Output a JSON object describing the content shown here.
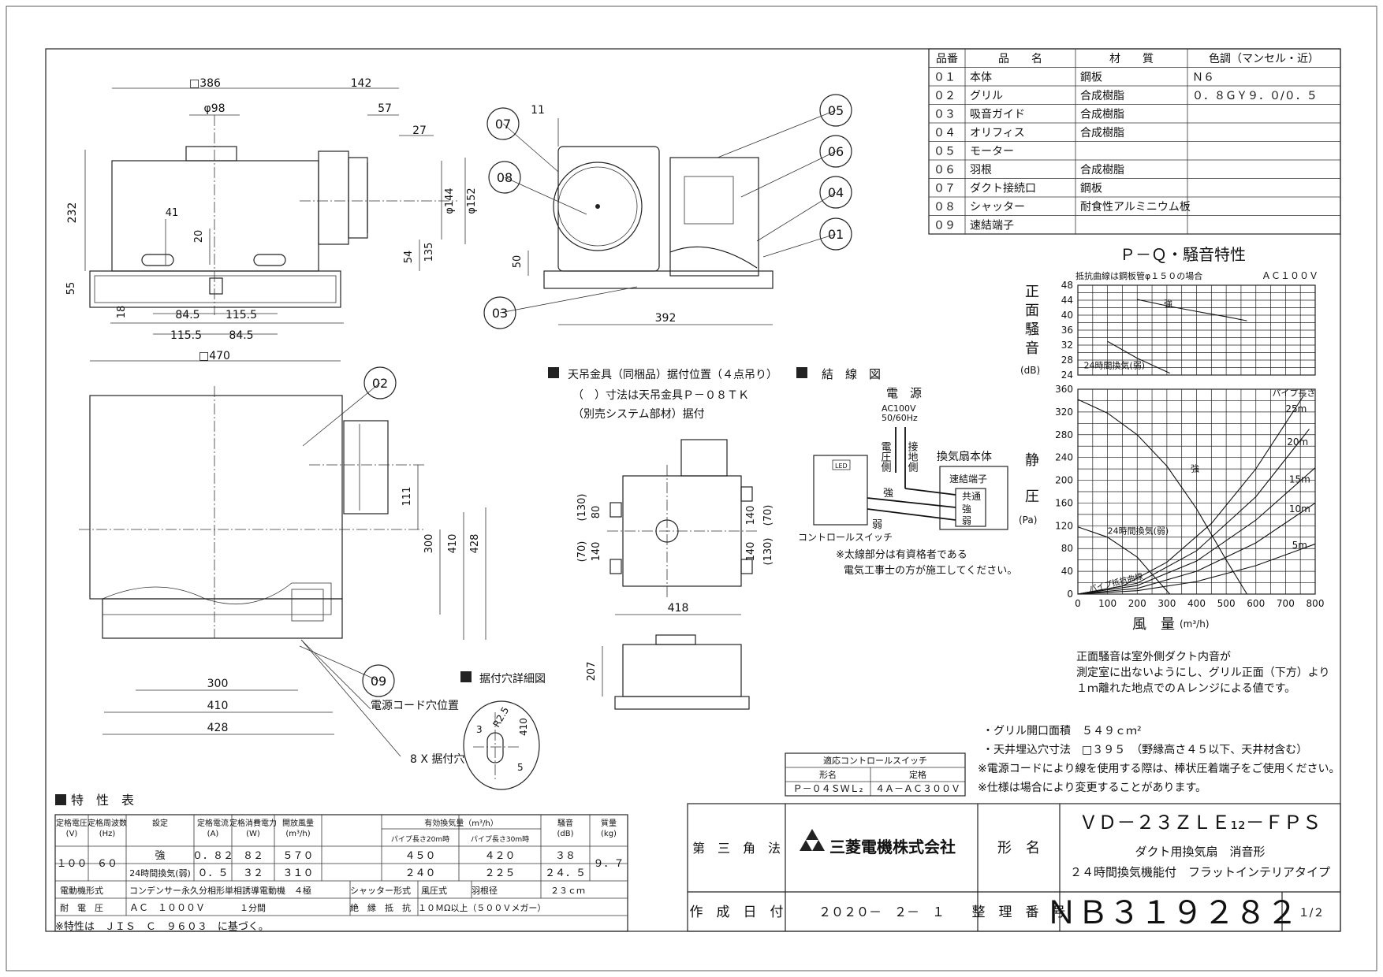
{
  "drawing": {
    "dims_front": [
      "□386",
      "142",
      "φ98",
      "57",
      "27",
      "232",
      "41",
      "20",
      "φ144",
      "φ152",
      "54",
      "135",
      "55",
      "18",
      "84.5",
      "115.5",
      "115.5",
      "84.5",
      "□470"
    ],
    "dims_side": [
      "11",
      "50",
      "392"
    ],
    "dims_bottom": [
      "111",
      "300",
      "410",
      "428",
      "300",
      "410",
      "428"
    ],
    "dims_hanger": [
      "(70)",
      "(130)",
      "140",
      "80",
      "140",
      "(70)",
      "140",
      "(130)",
      "418",
      "207"
    ],
    "dims_hole_detail": [
      "R2.5",
      "3",
      "410",
      "5"
    ],
    "part_bubbles": [
      "07",
      "08",
      "05",
      "06",
      "04",
      "01",
      "03",
      "02",
      "09"
    ],
    "label_power_hole": "電源コード穴位置",
    "label_mount_holes": "8 X 据付穴",
    "hole_detail_title": "据付穴詳細図",
    "hanger_note": [
      "天吊金具（同梱品）据付位置（４点吊り）",
      "（　）寸法は天吊金具Ｐ－０８ＴＫ",
      "（別売システム部材）据付"
    ],
    "wiring": {
      "title": "結　線　図",
      "power_label": "電　源",
      "power_spec": [
        "AC100V",
        "50/60Hz"
      ],
      "voltage_side": "電圧側",
      "ground_side": "接地側",
      "unit": "換気扇本体",
      "terminal": "速結端子",
      "terminals": [
        "共通",
        "強",
        "弱"
      ],
      "strong": "強",
      "weak": "弱",
      "switch_label": "コントロールスイッチ",
      "led": "LED",
      "note": [
        "※太線部分は有資格者である",
        "電気工事士の方が施工してください。"
      ]
    }
  },
  "parts_table": {
    "headers": [
      "品番",
      "品　　名",
      "材　　質",
      "色調（マンセル・近）"
    ],
    "rows": [
      [
        "０１",
        "本体",
        "鋼板",
        "Ｎ６"
      ],
      [
        "０２",
        "グリル",
        "合成樹脂",
        "０．８ＧＹ９．０/０．５"
      ],
      [
        "０３",
        "吸音ガイド",
        "合成樹脂",
        ""
      ],
      [
        "０４",
        "オリフィス",
        "合成樹脂",
        ""
      ],
      [
        "０５",
        "モーター",
        "",
        ""
      ],
      [
        "０６",
        "羽根",
        "合成樹脂",
        ""
      ],
      [
        "０７",
        "ダクト接続口",
        "鋼板",
        ""
      ],
      [
        "０８",
        "シャッター",
        "耐食性アルミニウム板",
        ""
      ],
      [
        "０９",
        "速結端子",
        "",
        ""
      ]
    ]
  },
  "chart": {
    "title": "Ｐ－Ｑ・騒音特性",
    "note": "抵抗曲線は鋼板管φ１５０の場合",
    "ac": "ＡＣ１００Ｖ",
    "noise_label": [
      "正",
      "面",
      "騒",
      "音"
    ],
    "noise_unit": "(dB)",
    "pressure_label": [
      "静",
      "圧"
    ],
    "pressure_unit": "(Pa)",
    "xlabel": "風　量",
    "xunit": "(m³/h)",
    "curve_strong": "強",
    "curve_24h": "24時間換気(弱)",
    "pipe_label": "パイプ長さ",
    "pipe_loss": "パイプ抵抗曲線",
    "pipe_lengths": [
      "25m",
      "20m",
      "15m",
      "10m",
      "5m"
    ]
  },
  "chart_data": {
    "type": "line",
    "title": "Ｐ－Ｑ・騒音特性",
    "xlabel": "風　量",
    "xlim": [
      0,
      800
    ],
    "x_ticks": [
      "0",
      "100",
      "200",
      "300",
      "400",
      "500",
      "600",
      "700",
      "800"
    ],
    "grid": true,
    "noise": {
      "ylabel": "正面騒音 (dB)",
      "ylim": [
        24,
        48
      ],
      "y_ticks": [
        "48",
        "44",
        "40",
        "36",
        "32",
        "28",
        "24"
      ],
      "series": [
        {
          "name": "強",
          "x": [
            200,
            300,
            400,
            500,
            570
          ],
          "y": [
            44.2,
            42.5,
            41,
            39.6,
            38.5
          ]
        },
        {
          "name": "24時間換気(弱)",
          "x": [
            100,
            200,
            310
          ],
          "y": [
            33,
            28.5,
            24.5
          ]
        }
      ]
    },
    "pressure": {
      "ylabel": "静圧 (Pa)",
      "ylim": [
        0,
        360
      ],
      "y_ticks": [
        "360",
        "320",
        "280",
        "240",
        "200",
        "160",
        "120",
        "80",
        "40",
        "0"
      ],
      "series": [
        {
          "name": "強",
          "x": [
            0,
            100,
            200,
            300,
            400,
            500,
            570
          ],
          "y": [
            342,
            318,
            280,
            225,
            150,
            60,
            0
          ]
        },
        {
          "name": "24時間換気(弱)",
          "x": [
            0,
            100,
            200,
            250,
            310
          ],
          "y": [
            118,
            100,
            65,
            35,
            0
          ]
        },
        {
          "name": "25m",
          "x": [
            0,
            150,
            300,
            450,
            600,
            760
          ],
          "y": [
            0,
            14,
            56,
            124,
            220,
            348
          ]
        },
        {
          "name": "20m",
          "x": [
            0,
            200,
            400,
            600,
            780
          ],
          "y": [
            0,
            19,
            76,
            171,
            290
          ]
        },
        {
          "name": "15m",
          "x": [
            0,
            200,
            400,
            600,
            800
          ],
          "y": [
            0,
            15,
            58,
            130,
            222
          ]
        },
        {
          "name": "10m",
          "x": [
            0,
            200,
            400,
            600,
            800
          ],
          "y": [
            0,
            10,
            40,
            90,
            160
          ]
        },
        {
          "name": "5m",
          "x": [
            0,
            200,
            400,
            600,
            800
          ],
          "y": [
            0,
            6,
            22,
            50,
            88
          ]
        }
      ]
    }
  },
  "chart_note": [
    "正面騒音は室外側ダクト内音が",
    "測定室に出ないようにし、グリル正面（下方）より",
    "１ｍ離れた地点でのＡレンジによる値です。"
  ],
  "notes": [
    "・グリル開口面積　５４９ｃｍ²",
    "・天井埋込穴寸法　□３９５　（野縁高さ４５以下、天井材含む）",
    "※電源コードにより線を使用する際は、棒状圧着端子をご使用ください。",
    "※仕様は場合により変更することがあります。"
  ],
  "control_switch": {
    "title": "適応コントロールスイッチ",
    "headers": [
      "形名",
      "定格"
    ],
    "row": [
      "Ｐ－０４ＳＷＬ₂",
      "４Ａ－ＡＣ３００Ｖ"
    ]
  },
  "spec": {
    "title": "特　性　表",
    "headers": [
      "定格電圧\n(V)",
      "定格周波数\n(Hz)",
      "設定",
      "定格電流\n(A)",
      "定格消費電力\n(W)",
      "開放風量\n(m³/h)",
      "有効換気量（m³/h）",
      "騒音\n(dB)",
      "質量\n(kg)"
    ],
    "subheaders": [
      "パイプ長さ20m時",
      "パイプ長さ30m時"
    ],
    "voltage": "１００",
    "freq": "６０",
    "mass": "９．７",
    "rows": [
      [
        "強",
        "０．８２",
        "８２",
        "５７０",
        "４５０",
        "４２０",
        "３８"
      ],
      [
        "24時間換気(弱)",
        "０．５",
        "３２",
        "３１０",
        "２４０",
        "２２５",
        "２４．５"
      ]
    ],
    "motor_label": "電動機形式",
    "motor": "コンデンサー永久分相形単相誘導電動機　４極",
    "shutter_label": "シャッター形式",
    "shutter": "風圧式",
    "blade_label": "羽根径",
    "blade": "２３ｃｍ",
    "withstand_label": "耐　電　圧",
    "withstand": "ＡＣ　１０００Ｖ",
    "withstand_time": "１分間",
    "insulation_label": "絶　縁　抵　抗",
    "insulation": "１０ＭΩ以上（５００Ｖメガー）",
    "footnote": "※特性は　ＪＩＳ　Ｃ　９６０３　に基づく。"
  },
  "title_block": {
    "projection": "第　三　角　法",
    "company": "三菱電機株式会社",
    "model_label": "形　名",
    "model": "ＶＤ－２３ＺＬＥ₁₂－ＦＰＳ",
    "desc1": "ダクト用換気扇　消音形",
    "desc2": "２４時間換気機能付　フラットインテリアタイプ",
    "date_label": "作　成　日　付",
    "date": "２０２０－　２－　１",
    "number_label": "整　理　番　号",
    "number": "ＮＢ３１９２８２",
    "page": "１/２"
  }
}
